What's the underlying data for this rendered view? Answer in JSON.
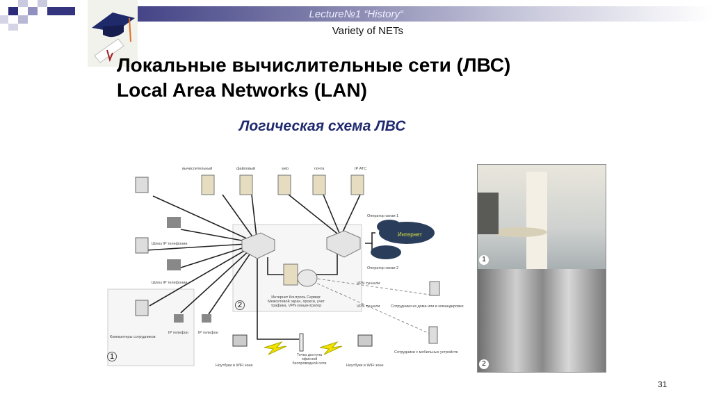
{
  "header": {
    "lecture": "Lecture№1 “History“",
    "topic": "Variety of NETs"
  },
  "title": {
    "line1": "Локальные вычислительные сети (ЛВС)",
    "line2": "Local Area Networks (LAN)"
  },
  "subtitle": "Логическая схема ЛВС",
  "diagram": {
    "servers": [
      "вычислительный",
      "файловый",
      "web",
      "почта",
      "IP АТС"
    ],
    "gateway1": "Шлюз IP телефонии",
    "gateway2": "Шлюз IP телефонии",
    "computers": "Компьютеры сотрудников",
    "ip_phone1": "IP телефон",
    "ip_phone2": "IP телефон",
    "zone1": "1",
    "zone2": "2",
    "laptop1": "Ноутбуки в WiFi зоне",
    "laptop2": "Ноутбуки в WiFi зоне",
    "access_point": "Точка доступа офисной беспроводной сети",
    "control_server": "Интернет Контроль Сервер: Межсетевой экран, прокси, учет трафика, VPN концентратор",
    "operator1": "Оператор связи 1",
    "operator2": "Оператор связи 2",
    "internet": "Интернет",
    "vpn1": "VPN туннели",
    "vpn2": "VPN туннели",
    "remote": "Сотрудники из дома или в командировке",
    "mobile": "Сотрудники с мобильных устройств"
  },
  "photo": {
    "label1": "1",
    "label2": "2"
  },
  "page_number": "31"
}
